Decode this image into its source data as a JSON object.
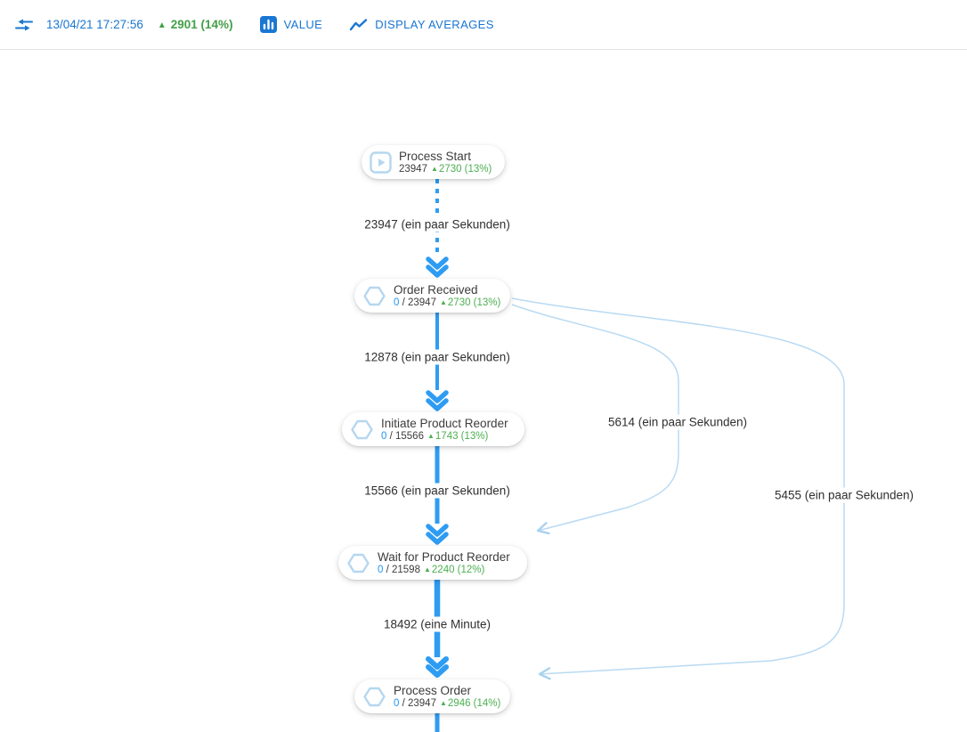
{
  "toolbar": {
    "timestamp": "13/04/21 17:27:56",
    "delta_icon": "▲",
    "delta": "2901 (14%)",
    "value_label": "VALUE",
    "averages_label": "DISPLAY AVERAGES"
  },
  "colors": {
    "toolbar_blue": "#1976d2",
    "toolbar_green": "#43a047",
    "edge_blue": "#2e9cf3",
    "edge_light_blue": "#b9daf3",
    "node_icon_blue": "#b5d7ef",
    "stat_green": "#4caf50",
    "stat_blue": "#2196f3"
  },
  "diagram": {
    "nodes": [
      {
        "id": "process-start",
        "title": "Process Start",
        "zero": "",
        "slash": "",
        "count": "23947",
        "delta_icon": "▲",
        "delta": "2730 (13%)",
        "icon": "play-icon"
      },
      {
        "id": "order-received",
        "title": "Order Received",
        "zero": "0",
        "slash": " / ",
        "count": "23947",
        "delta_icon": "▲",
        "delta": "2730 (13%)",
        "icon": "hexagon-icon"
      },
      {
        "id": "initiate-product-reorder",
        "title": "Initiate Product Reorder",
        "zero": "0",
        "slash": " / ",
        "count": "15566",
        "delta_icon": "▲",
        "delta": "1743 (13%)",
        "icon": "hexagon-icon"
      },
      {
        "id": "wait-for-product-reorder",
        "title": "Wait for Product Reorder",
        "zero": "0",
        "slash": " / ",
        "count": "21598",
        "delta_icon": "▲",
        "delta": "2240 (12%)",
        "icon": "hexagon-icon"
      },
      {
        "id": "process-order",
        "title": "Process Order",
        "zero": "0",
        "slash": " / ",
        "count": "23947",
        "delta_icon": "▲",
        "delta": "2946 (14%)",
        "icon": "hexagon-icon"
      }
    ],
    "edges": [
      {
        "from": "Process Start",
        "to": "Order Received",
        "label": "23947 (ein paar Sekunden)",
        "style": "dashed"
      },
      {
        "from": "Order Received",
        "to": "Initiate Product Reorder",
        "label": "12878 (ein paar Sekunden)",
        "style": "solid"
      },
      {
        "from": "Initiate Product Reorder",
        "to": "Wait for Product Reorder",
        "label": "15566 (ein paar Sekunden)",
        "style": "solid"
      },
      {
        "from": "Wait for Product Reorder",
        "to": "Process Order",
        "label": "18492 (eine Minute)",
        "style": "solid"
      },
      {
        "from": "Order Received",
        "to": "Wait for Product Reorder",
        "label": "5614 (ein paar Sekunden)",
        "style": "curved"
      },
      {
        "from": "Order Received",
        "to": "Process Order",
        "label": "5455 (ein paar Sekunden)",
        "style": "curved"
      }
    ]
  }
}
